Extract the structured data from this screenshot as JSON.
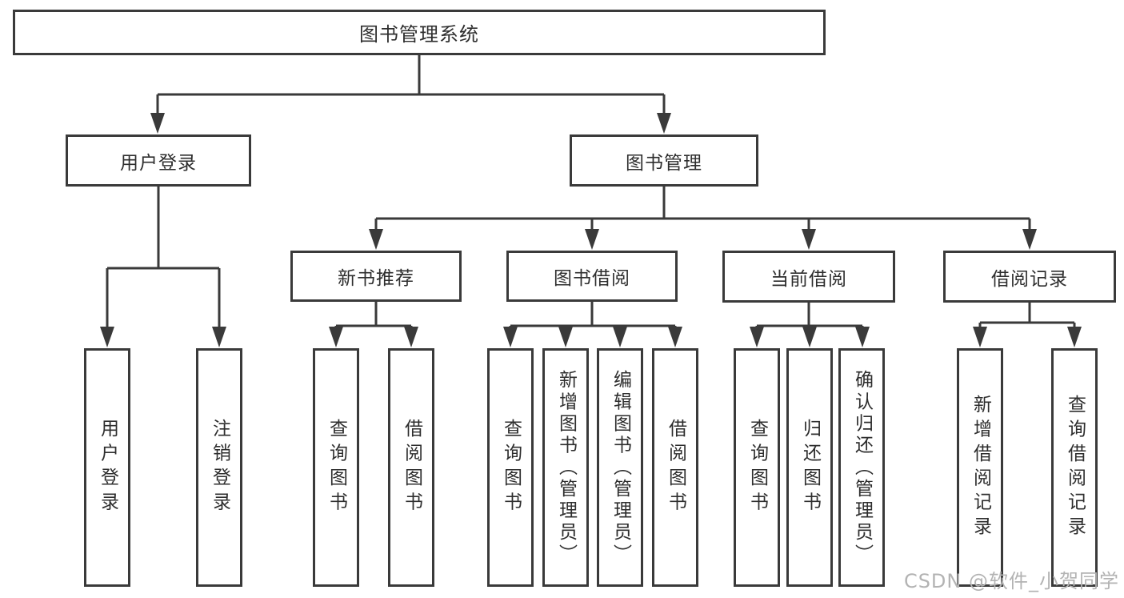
{
  "diagram": {
    "root": {
      "label": "图书管理系统"
    },
    "branches": [
      {
        "label": "用户登录",
        "children": [
          "用户登录",
          "注销登录"
        ]
      },
      {
        "label": "图书管理",
        "children": [
          {
            "label": "新书推荐",
            "children": [
              "查询图书",
              "借阅图书"
            ]
          },
          {
            "label": "图书借阅",
            "children": [
              "查询图书",
              "新增图书（管理员）",
              "编辑图书（管理员）",
              "借阅图书"
            ]
          },
          {
            "label": "当前借阅",
            "children": [
              "查询图书",
              "归还图书",
              "确认归还（管理员）"
            ]
          },
          {
            "label": "借阅记录",
            "children": [
              "新增借阅记录",
              "查询借阅记录"
            ]
          }
        ]
      }
    ]
  },
  "watermark": "CSDN @软件_小贺同学",
  "colors": {
    "line": "#3a3a3a",
    "box_border": "#3a3a3a",
    "box_background": "#ffffff",
    "text": "#2e2e2e",
    "watermark": "#b3b3b3",
    "page_background": "#ffffff"
  }
}
